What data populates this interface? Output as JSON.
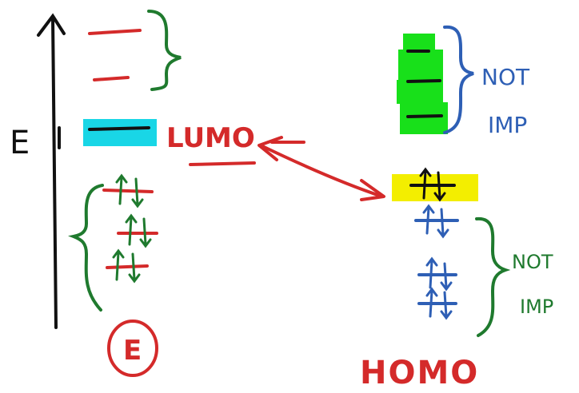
{
  "labels": {
    "axis": "E",
    "lumo": "LUMO",
    "homo": "HOMO",
    "circled": "E",
    "not_imp_top_line1": "NOT",
    "not_imp_top_line2": "IMP",
    "not_imp_bottom_line1": "NOT",
    "not_imp_bottom_line2": "IMP"
  },
  "colors": {
    "red": "#d42a2a",
    "green": "#1f7a2e",
    "blue": "#2e5fb5",
    "black": "#111111",
    "highlight_cyan": "#19d6e6",
    "highlight_green": "#18e01a",
    "highlight_yellow": "#f3ee00"
  },
  "icons": {
    "electron_pair": "up-down-arrow-pair",
    "orbital": "horizontal-dash"
  }
}
